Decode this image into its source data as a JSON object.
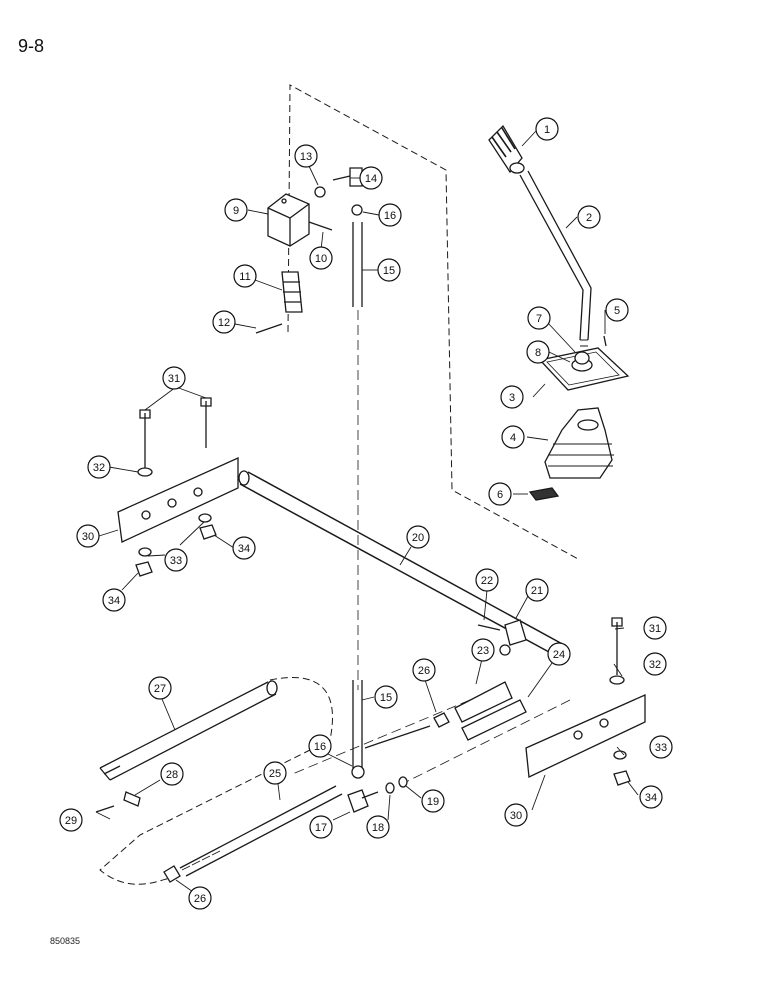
{
  "page_number": "9-8",
  "figure_code": "850835",
  "callouts": [
    "1",
    "2",
    "3",
    "4",
    "5",
    "6",
    "7",
    "8",
    "9",
    "10",
    "11",
    "12",
    "13",
    "14",
    "15",
    "16",
    "31",
    "32",
    "30",
    "33",
    "34",
    "34",
    "20",
    "22",
    "21",
    "31",
    "32",
    "23",
    "24",
    "26",
    "27",
    "15",
    "16",
    "25",
    "28",
    "29",
    "17",
    "18",
    "19",
    "26",
    "30",
    "33",
    "34"
  ]
}
